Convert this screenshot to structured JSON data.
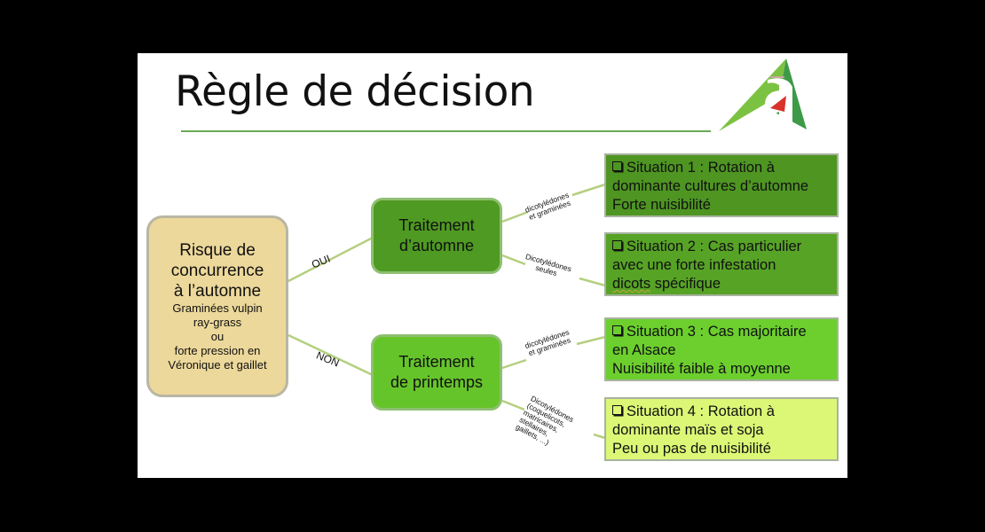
{
  "slide": {
    "title": "Règle de décision",
    "colors": {
      "background": "#000000",
      "slide": "#ffffff",
      "rule": "#6aab54",
      "connector": "#b5cf7f",
      "root_fill": "#ecd89a",
      "treatment_autumn_fill": "#4f9a22",
      "treatment_spring_fill": "#66c42b",
      "situation_1_fill": "#4e9522",
      "situation_2_fill": "#57a326",
      "situation_3_fill": "#6ccf2e",
      "situation_4_fill": "#dcf776"
    },
    "logo": {
      "icon": "a-logo-icon",
      "letter": "a"
    }
  },
  "root": {
    "main_lines": [
      "Risque de",
      "concurrence",
      "à l’automne"
    ],
    "sub_lines": [
      "Graminées vulpin",
      "ray-grass",
      "ou",
      "forte pression en",
      "Véronique et gaillet"
    ]
  },
  "edges": {
    "yes": "OUI",
    "no": "NON",
    "autumn_to_s1": [
      "dicotylédones",
      "et graminées"
    ],
    "autumn_to_s2": [
      "Dicotylédones",
      "seules"
    ],
    "spring_to_s3": [
      "dicotylédones",
      "et graminées"
    ],
    "spring_to_s4": [
      "Dicotylédones",
      "(coquelicots,",
      "matricaires,",
      "stellaires,",
      "gaillets, ...)"
    ]
  },
  "treatments": {
    "autumn": [
      "Traitement",
      "d’automne"
    ],
    "spring": [
      "Traitement",
      "de printemps"
    ]
  },
  "situations": [
    {
      "lines": [
        "Situation 1 : Rotation à",
        "dominante cultures d’automne",
        "Forte nuisibilité"
      ]
    },
    {
      "lines": [
        "Situation 2 : Cas particulier",
        "avec une forte infestation",
        "dicots",
        " spécifique"
      ]
    },
    {
      "lines": [
        "Situation 3 : Cas majoritaire",
        "en Alsace",
        "Nuisibilité faible à moyenne"
      ]
    },
    {
      "lines": [
        "Situation 4 : Rotation à",
        "dominante maïs et soja",
        "Peu ou pas de nuisibilité"
      ]
    }
  ]
}
